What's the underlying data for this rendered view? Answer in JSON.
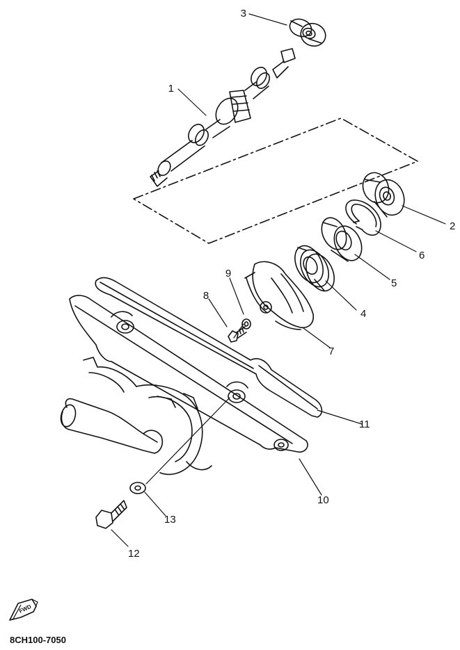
{
  "diagram": {
    "reference_code": "8CH100-7050",
    "fwd_label": "FWD",
    "colors": {
      "line": "#111111",
      "background": "#ffffff"
    },
    "callouts": [
      {
        "id": "c1",
        "label": "1"
      },
      {
        "id": "c2",
        "label": "2"
      },
      {
        "id": "c3",
        "label": "3"
      },
      {
        "id": "c4",
        "label": "4"
      },
      {
        "id": "c5",
        "label": "5"
      },
      {
        "id": "c6",
        "label": "6"
      },
      {
        "id": "c7",
        "label": "7"
      },
      {
        "id": "c8",
        "label": "8"
      },
      {
        "id": "c9",
        "label": "9"
      },
      {
        "id": "c10",
        "label": "10"
      },
      {
        "id": "c11",
        "label": "11"
      },
      {
        "id": "c12",
        "label": "12"
      },
      {
        "id": "c13",
        "label": "13"
      }
    ]
  }
}
